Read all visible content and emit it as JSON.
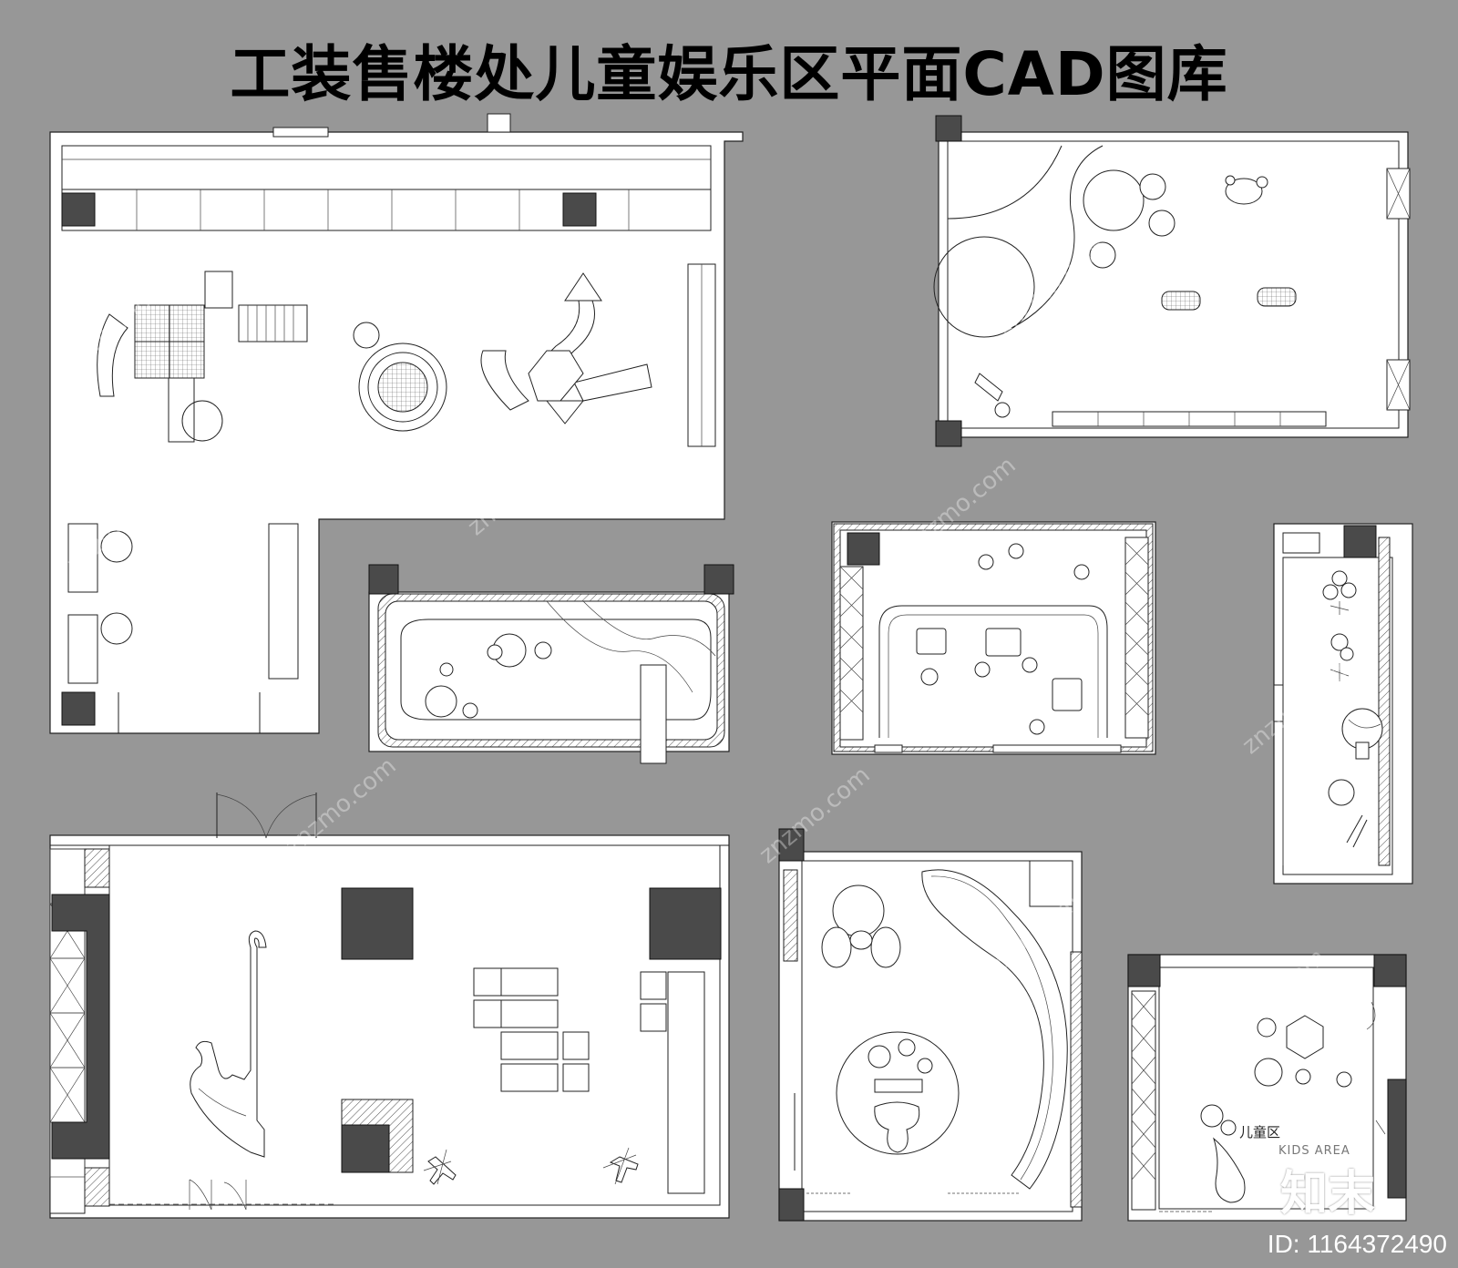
{
  "title": "工装售楼处儿童娱乐区平面CAD图库",
  "id_label": "ID: 1164372490",
  "kids_area": {
    "cn": "儿童区",
    "en": "KIDS AREA"
  },
  "logo": "知末",
  "watermark": "znzmo.com",
  "colors": {
    "background": "#979797",
    "wall": "#ffffff",
    "column": "#4a4a4a",
    "line": "#222222"
  }
}
